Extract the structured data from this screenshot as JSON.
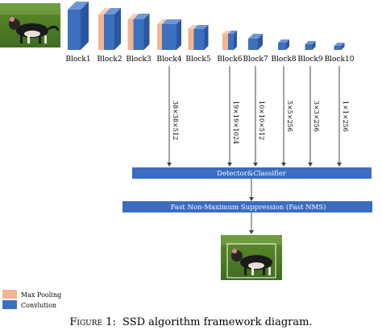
{
  "blocks": [
    {
      "label": "Block1"
    },
    {
      "label": "Block2"
    },
    {
      "label": "Block3"
    },
    {
      "label": "Block4"
    },
    {
      "label": "Block5"
    },
    {
      "label": "Block6"
    },
    {
      "label": "Block7"
    },
    {
      "label": "Block8"
    },
    {
      "label": "Block9"
    },
    {
      "label": "Block10"
    }
  ],
  "feature_maps": [
    {
      "block": "Block4",
      "size": "38×38×512"
    },
    {
      "block": "Block6",
      "size": "19×19×1024"
    },
    {
      "block": "Block7",
      "size": "10×10×512"
    },
    {
      "block": "Block8",
      "size": "5×5×256"
    },
    {
      "block": "Block9",
      "size": "3×3×256"
    },
    {
      "block": "Block10",
      "size": "1×1×256"
    }
  ],
  "detector_label": "Detector&Classifier",
  "nms_label": "Fast Non-Maximum Suppression (Fast NMS)",
  "legend": {
    "max_pooling": "Max Pooling",
    "convolution": "Convlution"
  },
  "caption": {
    "figure": "Figure 1:",
    "text": "SSD algorithm framework diagram."
  },
  "colors": {
    "conv_front": "#3d6fbf",
    "conv_side": "#2c55a0",
    "conv_top": "#6e97d6",
    "pool_front": "#f1b591",
    "pool_top": "#f6cfb4",
    "bar": "#3a6cc2",
    "line": "#444444"
  },
  "images": {
    "input": "dog-photo-input",
    "output": "dog-photo-output-with-detection-box"
  }
}
